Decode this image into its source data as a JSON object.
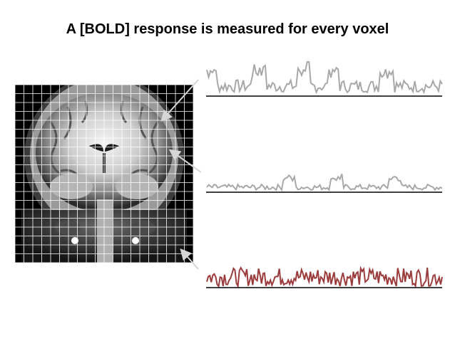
{
  "slide": {
    "title": "A [BOLD] response is measured for every voxel"
  },
  "brain_scan": {
    "description_visible": false,
    "grid": {
      "rows": 20,
      "cols": 20,
      "line_color": "#ffffff"
    }
  },
  "traces": [
    {
      "name": "trace-top",
      "color": "#a8a8a8",
      "baseline_color": "#000000"
    },
    {
      "name": "trace-middle",
      "color": "#a8a8a8",
      "baseline_color": "#000000"
    },
    {
      "name": "trace-bottom",
      "color": "#9b3b3b",
      "baseline_color": "#000000"
    }
  ],
  "pointer_color": "#d6d6d6"
}
